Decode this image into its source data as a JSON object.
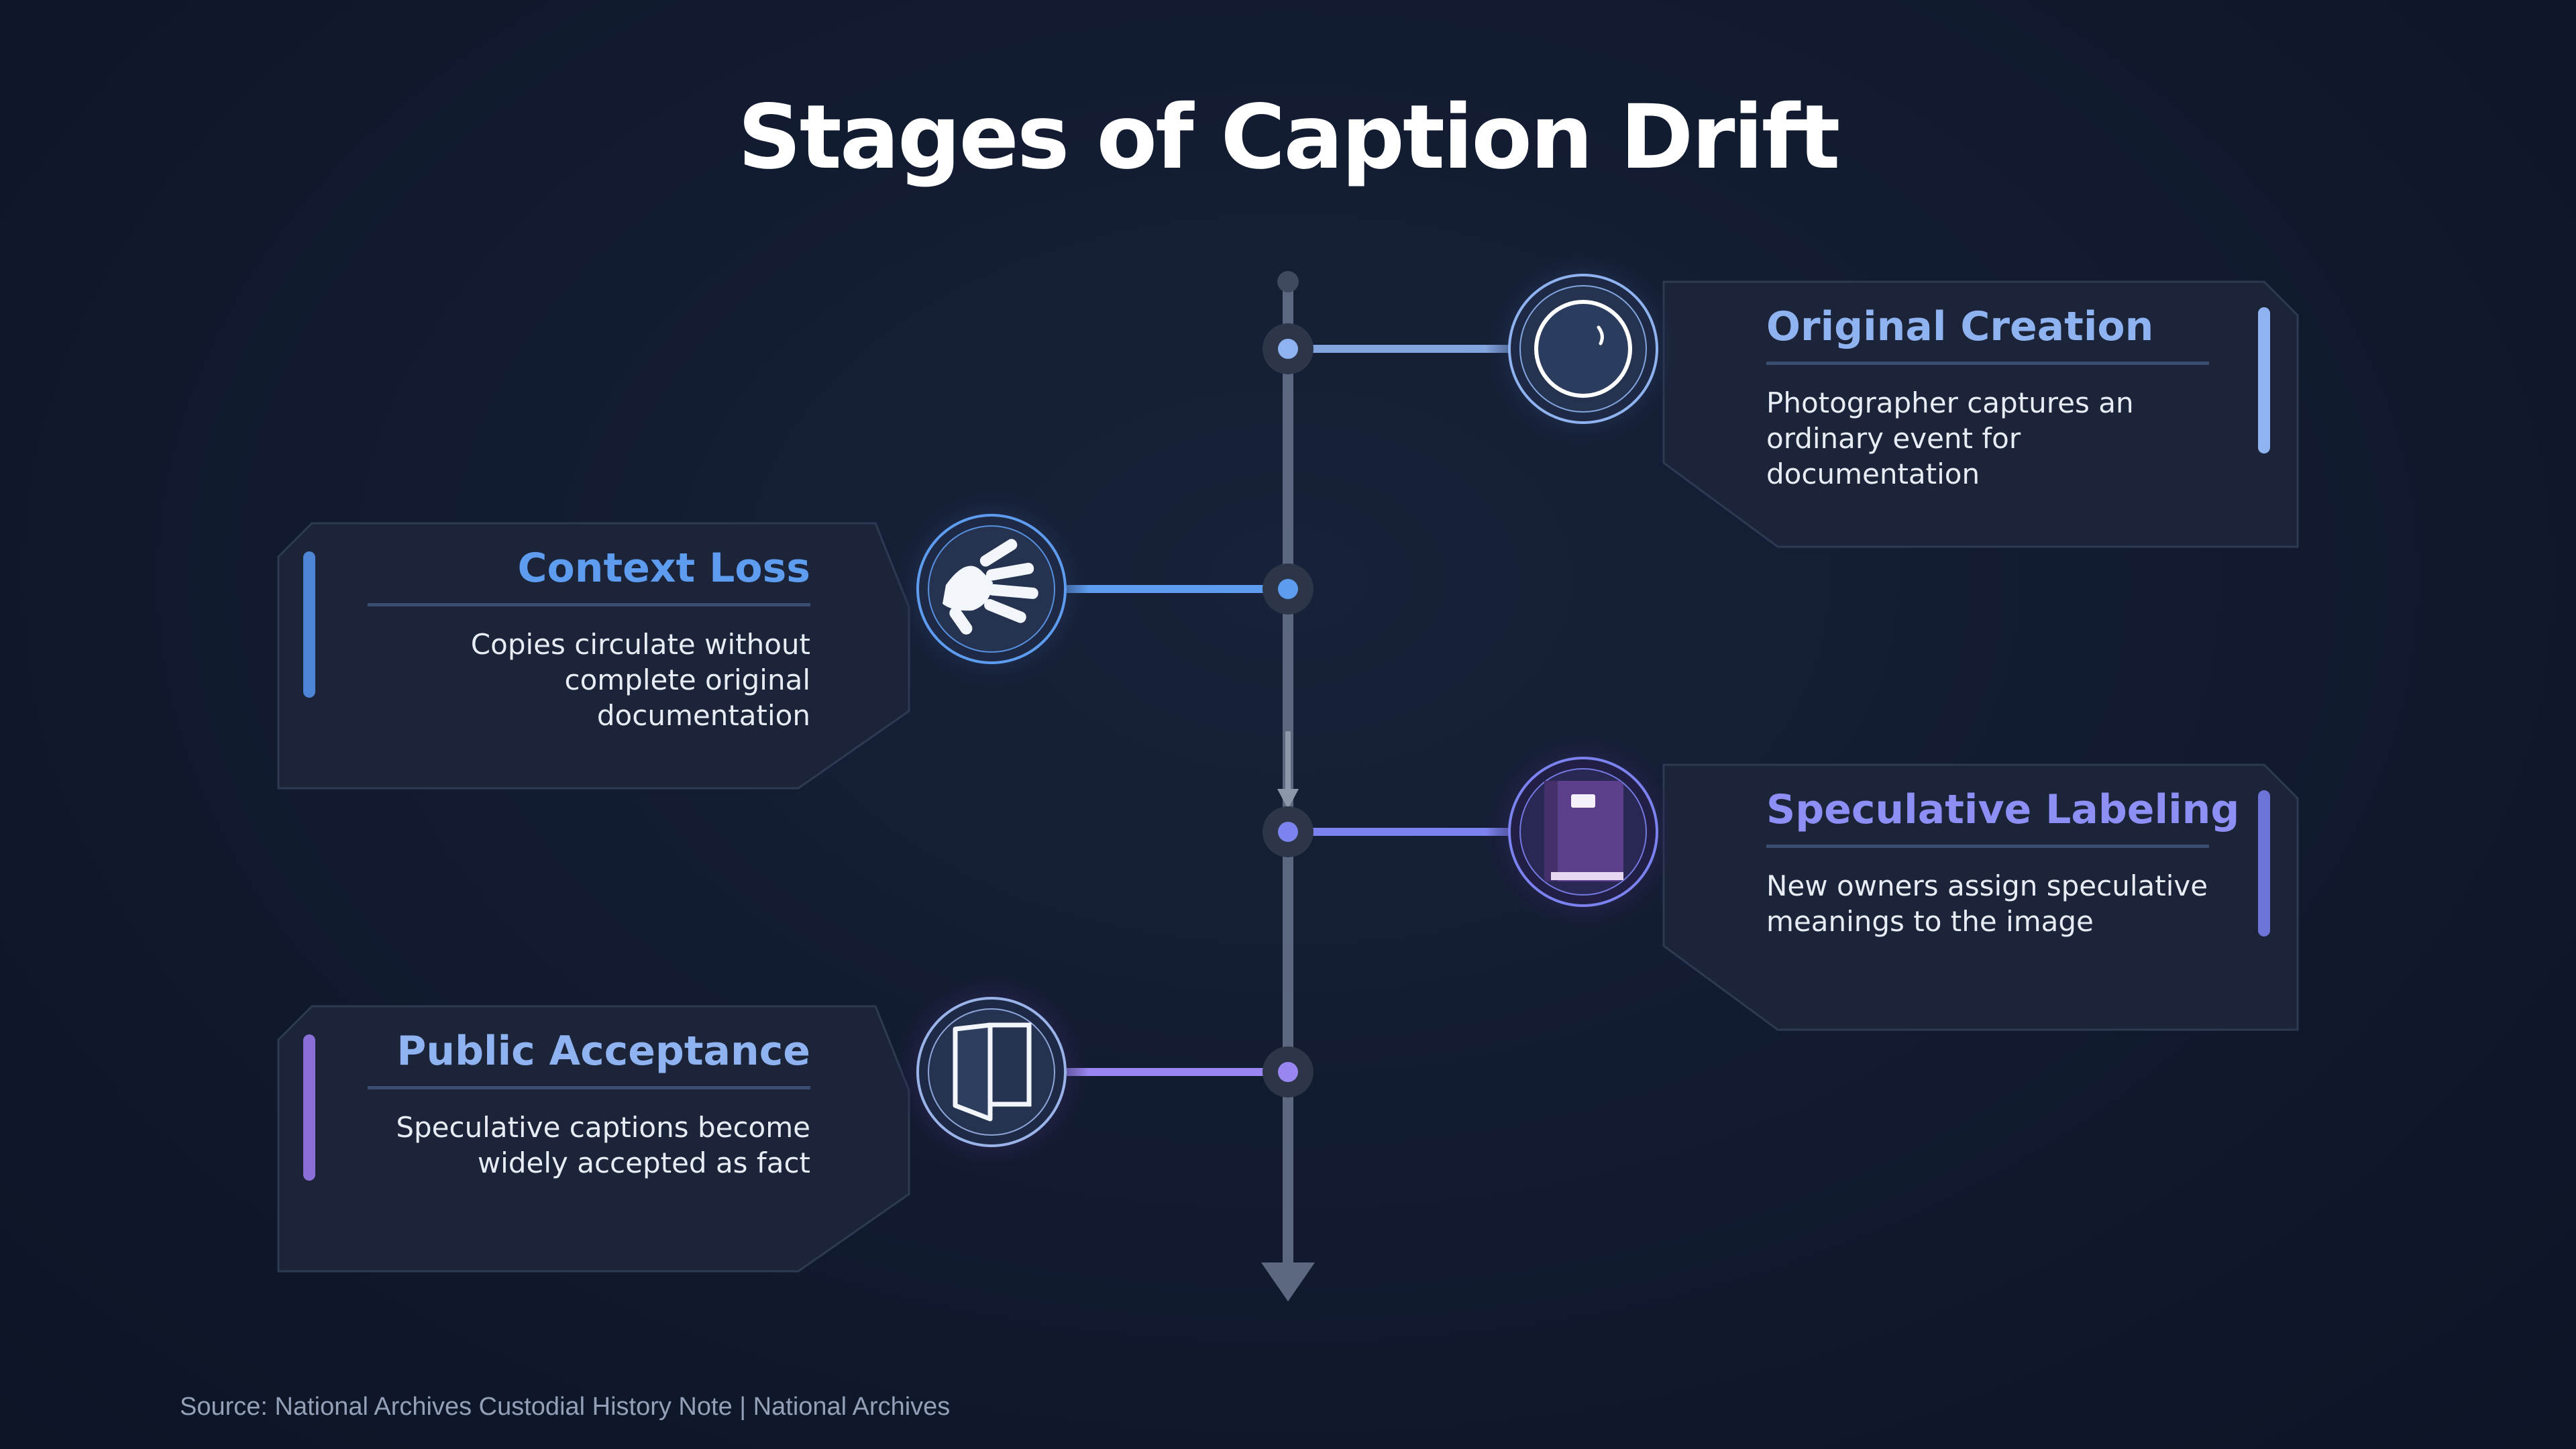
{
  "title": "Stages of Caption Drift",
  "stages": [
    {
      "title": "Original Creation",
      "description": "Photographer captures an ordinary event for documentation",
      "icon": "camera-lens-icon",
      "side": "right",
      "accent": "#8fb3f0"
    },
    {
      "title": "Context Loss",
      "description": "Copies circulate without complete original documentation",
      "icon": "hand-icon",
      "side": "left",
      "accent": "#5e9cf0"
    },
    {
      "title": "Speculative Labeling",
      "description": "New owners assign speculative meanings to the image",
      "icon": "book-icon",
      "side": "right",
      "accent": "#7c83f0"
    },
    {
      "title": "Public Acceptance",
      "description": "Speculative captions become widely accepted as fact",
      "icon": "open-door-icon",
      "side": "left",
      "accent": "#9a86f0"
    }
  ],
  "source": "Source: National Archives Custodial History Note | National Archives",
  "colors": {
    "background": "#111a2e",
    "card": "#1b2438",
    "axis": "#5b6880",
    "blue_accent": "#5e9cf0",
    "indigo_accent": "#7c83f0",
    "violet_accent": "#9a86f0"
  }
}
